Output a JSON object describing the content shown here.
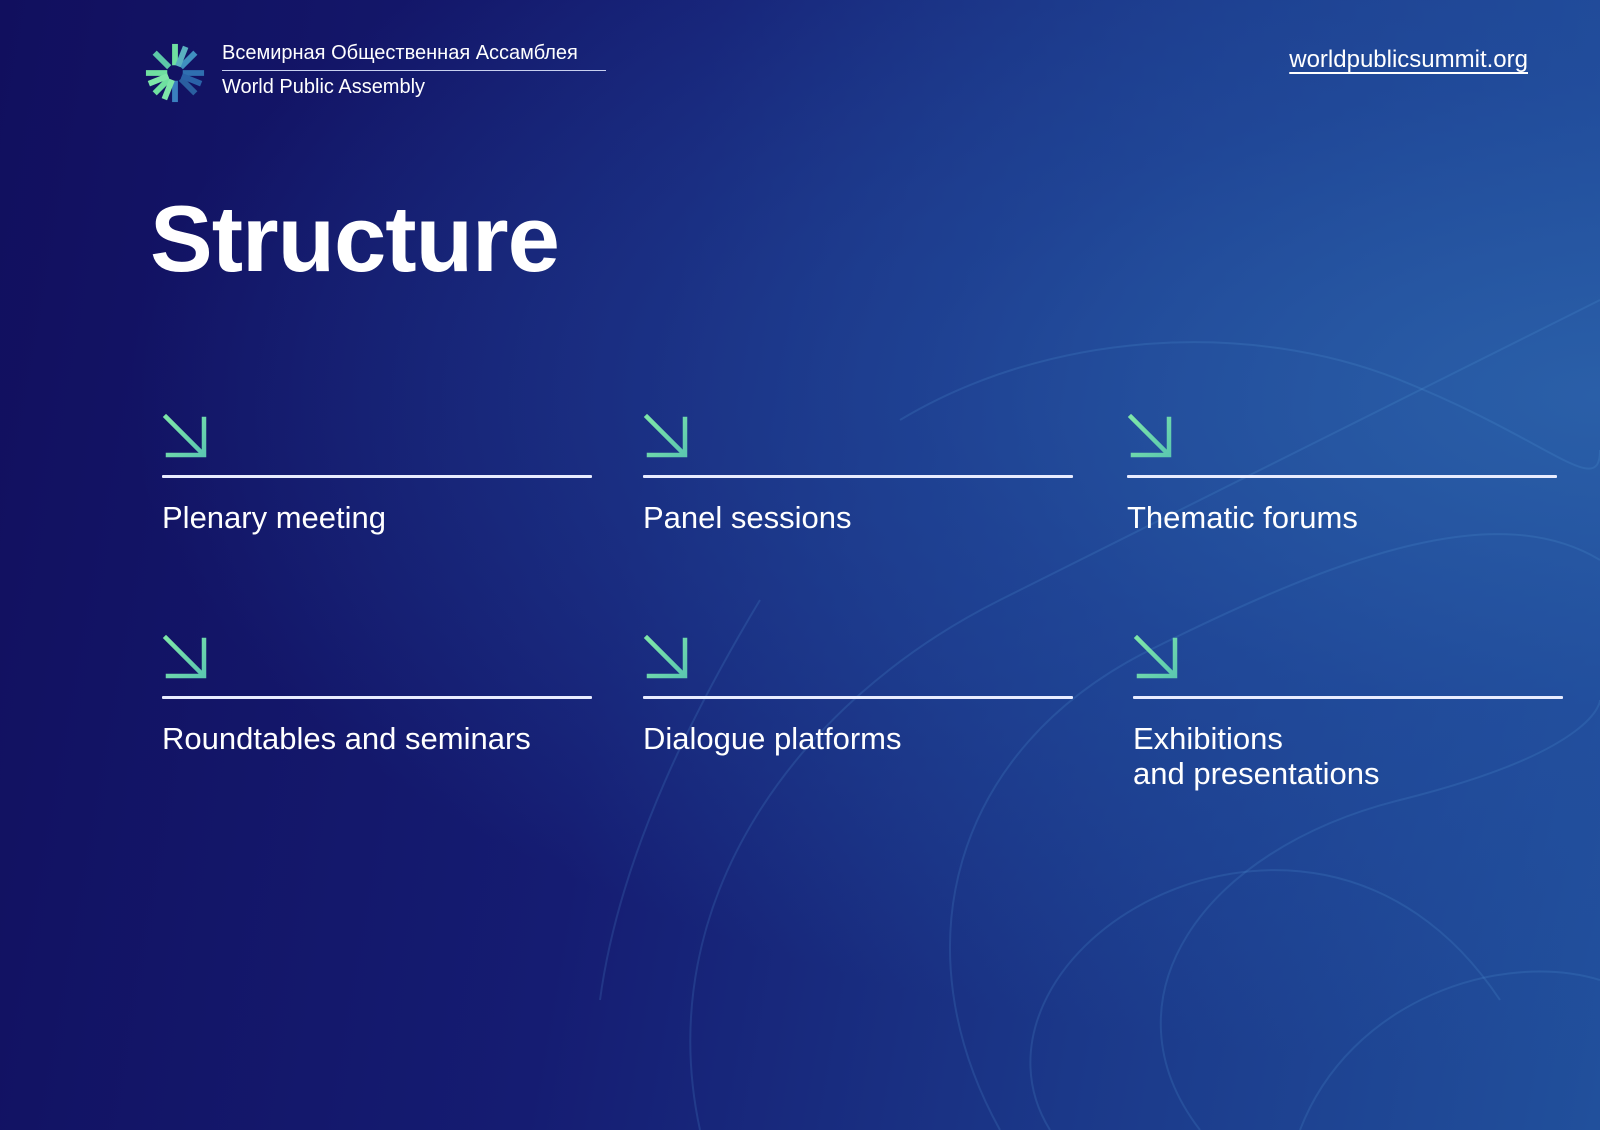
{
  "header": {
    "org_name_ru": "Всемирная Общественная Ассамблея",
    "org_name_en": "World Public Assembly",
    "website": "worldpublicsummit.org"
  },
  "title": "Structure",
  "items": [
    {
      "label": "Plenary meeting",
      "icon": "arrow-down-right-icon"
    },
    {
      "label": "Panel sessions",
      "icon": "arrow-down-right-icon"
    },
    {
      "label": "Thematic forums",
      "icon": "arrow-down-right-icon"
    },
    {
      "label": "Roundtables and seminars",
      "icon": "arrow-down-right-icon"
    },
    {
      "label": "Dialogue platforms",
      "icon": "arrow-down-right-icon"
    },
    {
      "label": "Exhibitions\nand presentations",
      "icon": "arrow-down-right-icon"
    }
  ],
  "colors": {
    "accent": "#6fe0a0",
    "background": "#151c72"
  }
}
